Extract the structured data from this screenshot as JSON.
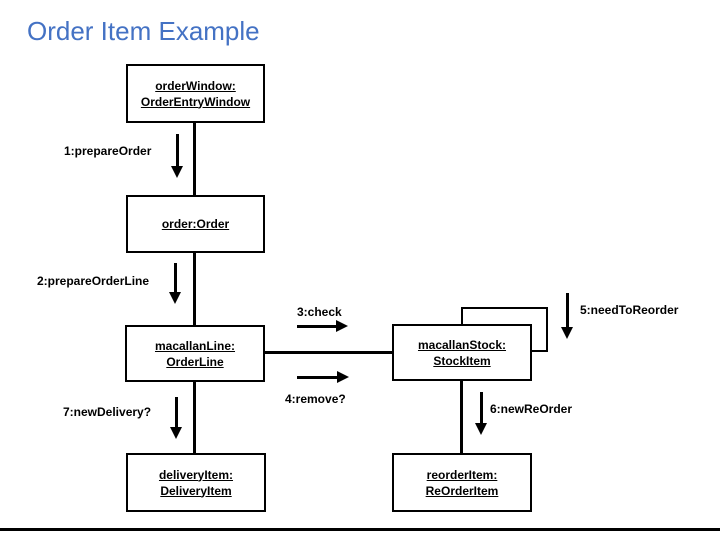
{
  "title": "Order Item Example",
  "colors": {
    "title": "#4472C4",
    "line": "#000000",
    "background": "#FFFFFF"
  },
  "diagram": {
    "objects": [
      {
        "line1": "orderWindow:",
        "line2": "OrderEntryWindow"
      },
      {
        "line1": "order:Order",
        "line2": ""
      },
      {
        "line1": "macallanLine:",
        "line2": "OrderLine"
      },
      {
        "line1": "macallanStock:",
        "line2": "StockItem"
      },
      {
        "line1": "deliveryItem:",
        "line2": "DeliveryItem"
      },
      {
        "line1": "reorderItem:",
        "line2": "ReOrderItem"
      }
    ],
    "messages": [
      {
        "label": "1:prepareOrder",
        "direction": "down"
      },
      {
        "label": "2:prepareOrderLine",
        "direction": "down"
      },
      {
        "label": "3:check",
        "direction": "right"
      },
      {
        "label": "4:remove?",
        "direction": "right"
      },
      {
        "label": "5:needToReorder",
        "direction": "down"
      },
      {
        "label": "6:newReOrder",
        "direction": "down"
      },
      {
        "label": "7:newDelivery?",
        "direction": "down"
      }
    ]
  }
}
